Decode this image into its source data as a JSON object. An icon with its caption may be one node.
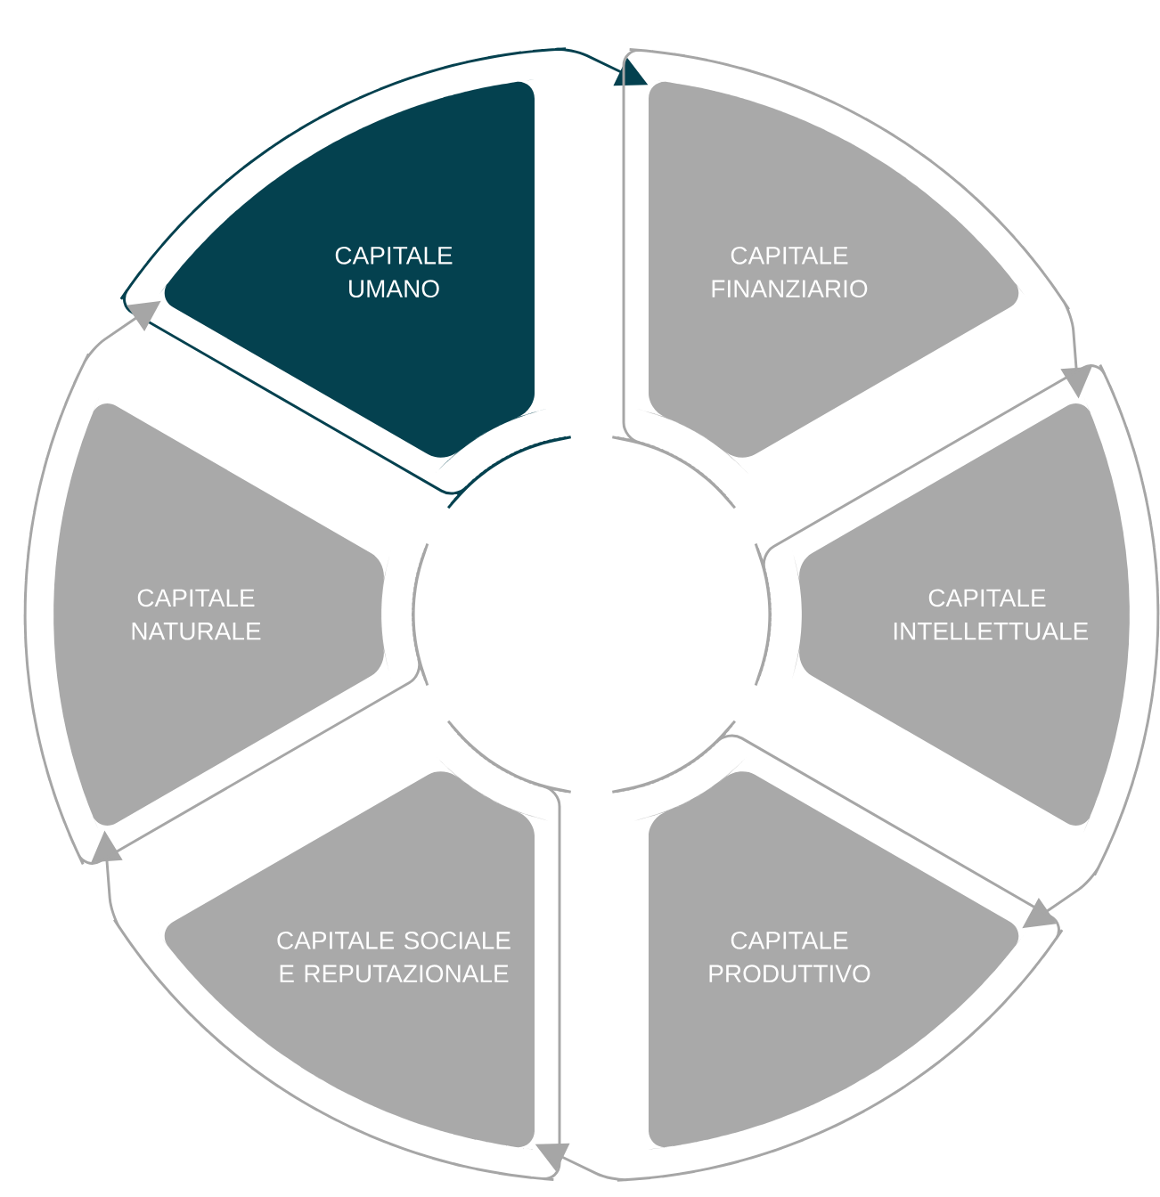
{
  "diagram": {
    "nodes": [
      {
        "text": [
          "CAPITALE UMANO"
        ]
      },
      {
        "text": [
          "CAPITALE FINANZIARIO"
        ]
      },
      {
        "text": [
          "CAPITALE INTELLETTUALE"
        ]
      },
      {
        "text": [
          "CAPITALE PRODUTTIVO"
        ]
      },
      {
        "text": [
          "CAPITALE SOCIALE E REPUTAZIONALE"
        ]
      },
      {
        "text": [
          "CAPITALE NATURALE"
        ]
      }
    ],
    "edges": [
      {
        "from": 0,
        "to": 1,
        "arrow": "to",
        "color": "#04414f"
      },
      {
        "from": 1,
        "to": 2,
        "arrow": "to"
      },
      {
        "from": 2,
        "to": 3,
        "arrow": "to"
      },
      {
        "from": 3,
        "to": 4,
        "arrow": "to"
      },
      {
        "from": 4,
        "to": 5,
        "arrow": "to"
      },
      {
        "from": 5,
        "to": 0,
        "arrow": "to"
      }
    ]
  }
}
